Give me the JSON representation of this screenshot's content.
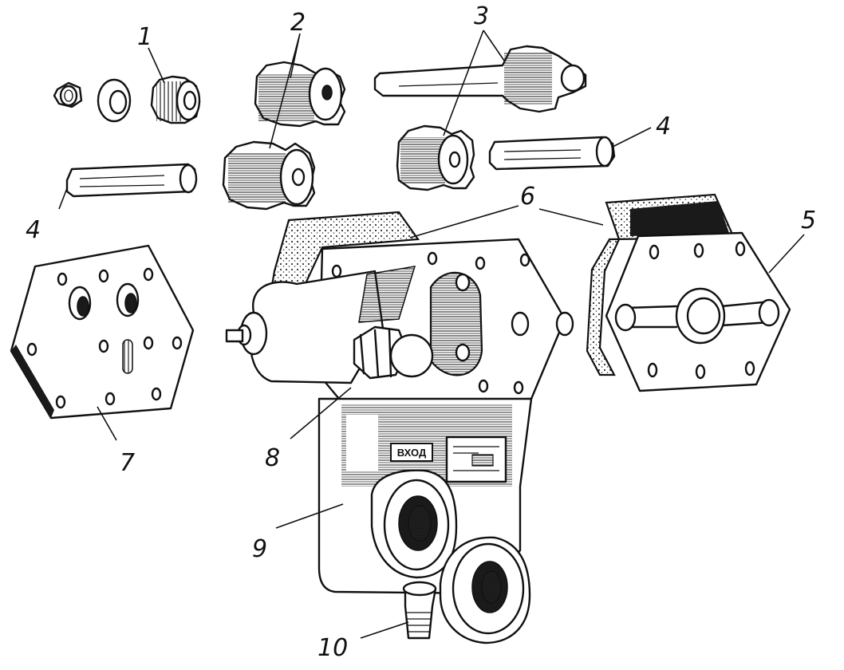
{
  "callouts": {
    "c1": "1",
    "c2": "2",
    "c3": "3",
    "c4_left": "4",
    "c4_right": "4",
    "c5": "5",
    "c6": "6",
    "c7": "7",
    "c8": "8",
    "c9": "9",
    "c10": "10"
  },
  "plate": {
    "stamp": "ВХОД"
  },
  "colors": {
    "ink": "#111111",
    "paper": "#ffffff"
  }
}
